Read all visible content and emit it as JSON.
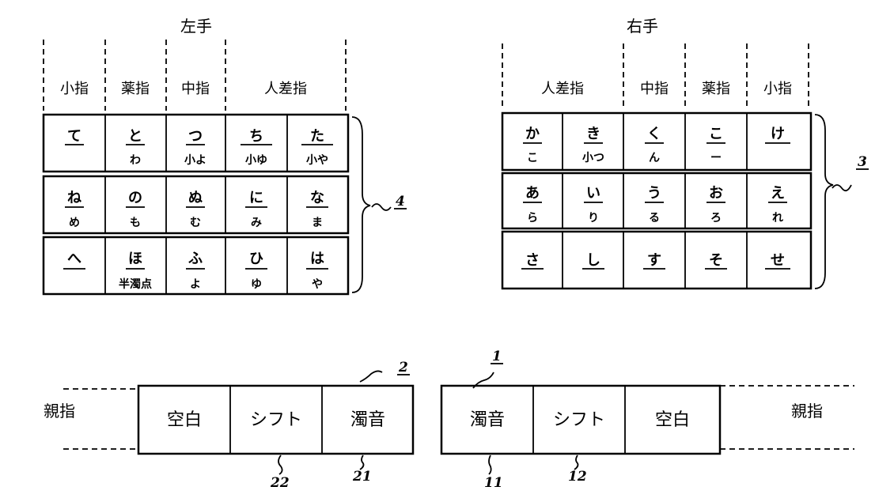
{
  "left_hand": {
    "title": "左手",
    "fingers": [
      "小指",
      "薬指",
      "中指",
      "人差指"
    ],
    "ref": "4",
    "rows": [
      [
        {
          "top": "て",
          "bottom": ""
        },
        {
          "top": "と",
          "bottom": "わ"
        },
        {
          "top": "つ",
          "bottom": "小よ"
        },
        {
          "top": "ち",
          "bottom": "小ゆ"
        },
        {
          "top": "た",
          "bottom": "小や"
        }
      ],
      [
        {
          "top": "ね",
          "bottom": "め"
        },
        {
          "top": "の",
          "bottom": "も"
        },
        {
          "top": "ぬ",
          "bottom": "む"
        },
        {
          "top": "に",
          "bottom": "み"
        },
        {
          "top": "な",
          "bottom": "ま"
        }
      ],
      [
        {
          "top": "へ",
          "bottom": ""
        },
        {
          "top": "ほ",
          "bottom": "半濁点"
        },
        {
          "top": "ふ",
          "bottom": "よ"
        },
        {
          "top": "ひ",
          "bottom": "ゆ"
        },
        {
          "top": "は",
          "bottom": "や"
        }
      ]
    ]
  },
  "right_hand": {
    "title": "右手",
    "fingers": [
      "人差指",
      "中指",
      "薬指",
      "小指"
    ],
    "ref": "3",
    "rows": [
      [
        {
          "top": "か",
          "bottom": "こ"
        },
        {
          "top": "き",
          "bottom": "小つ"
        },
        {
          "top": "く",
          "bottom": "ん"
        },
        {
          "top": "こ",
          "bottom": "ー"
        },
        {
          "top": "け",
          "bottom": ""
        }
      ],
      [
        {
          "top": "あ",
          "bottom": "ら"
        },
        {
          "top": "い",
          "bottom": "り"
        },
        {
          "top": "う",
          "bottom": "る"
        },
        {
          "top": "お",
          "bottom": "ろ"
        },
        {
          "top": "え",
          "bottom": "れ"
        }
      ],
      [
        {
          "top": "さ",
          "bottom": ""
        },
        {
          "top": "し",
          "bottom": ""
        },
        {
          "top": "す",
          "bottom": ""
        },
        {
          "top": "そ",
          "bottom": ""
        },
        {
          "top": "せ",
          "bottom": ""
        }
      ]
    ]
  },
  "thumb": {
    "left_label": "親指",
    "right_label": "親指",
    "left_keys": [
      "空白",
      "シフト",
      "濁音"
    ],
    "right_keys": [
      "濁音",
      "シフト",
      "空白"
    ],
    "left_ref": "2",
    "right_ref": "1",
    "ref_22": "22",
    "ref_21": "21",
    "ref_11": "11",
    "ref_12": "12"
  }
}
